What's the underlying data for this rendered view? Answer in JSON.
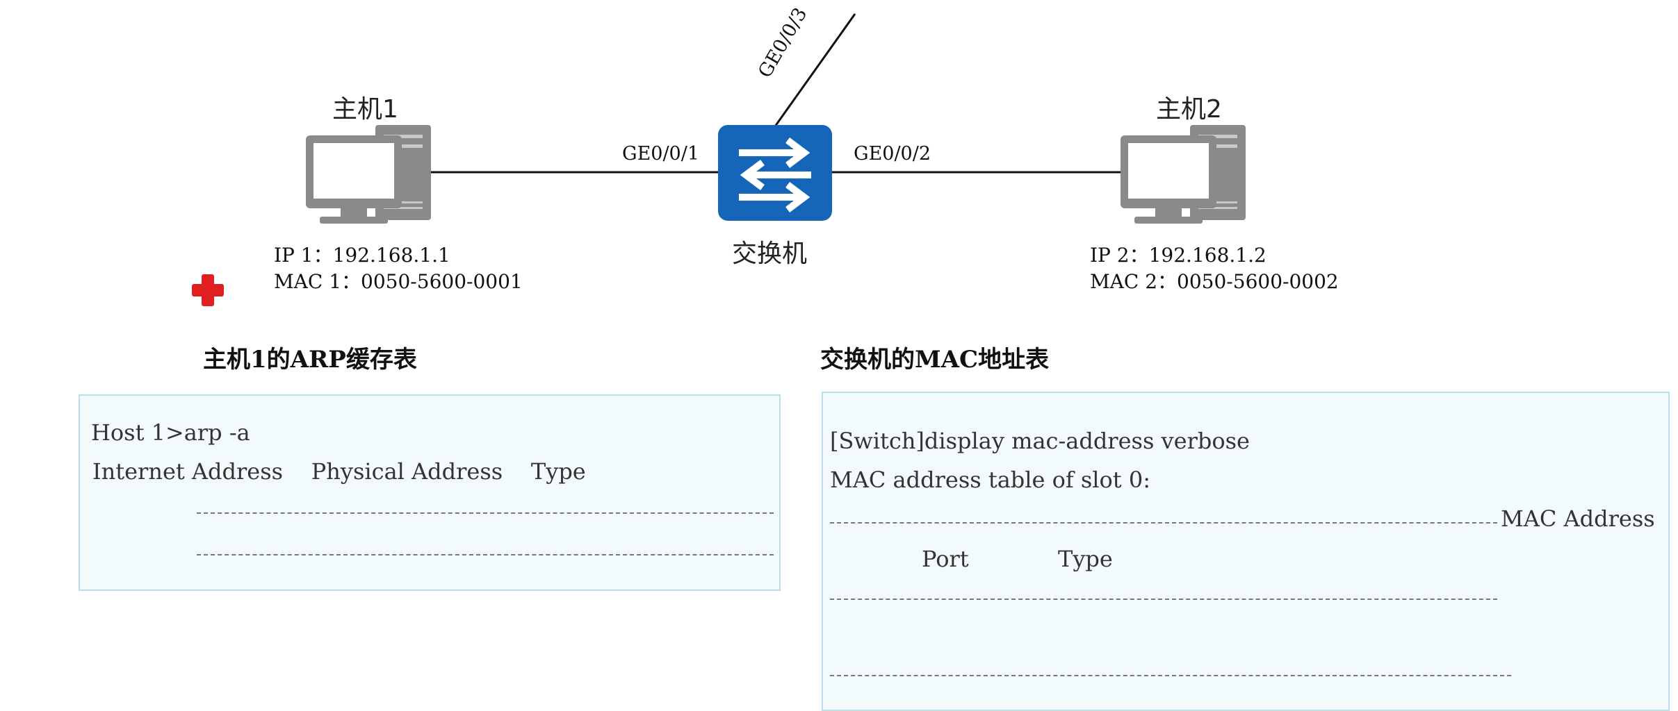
{
  "topology": {
    "host1": {
      "name": "主机1",
      "ip": "IP 1：192.168.1.1",
      "mac": "MAC 1：0050-5600-0001"
    },
    "host2": {
      "name": "主机2",
      "ip": "IP 2：192.168.1.2",
      "mac": "MAC 2：0050-5600-0002"
    },
    "switch": {
      "name": "交换机",
      "port1": "GE0/0/1",
      "port2": "GE0/0/2",
      "port3": "GE0/0/3"
    },
    "colors": {
      "switch_blue": "#1565b8",
      "host_gray": "#8a8a8a",
      "panel_bg": "#f3fafc",
      "panel_border": "#b9e0ea",
      "marker_red": "#e02020"
    },
    "marker_icon": "red-plus-icon"
  },
  "arp_panel": {
    "title": "主机1的ARP缓存表",
    "command": "Host 1>arp -a",
    "header": "Internet Address    Physical Address    Type"
  },
  "mac_panel": {
    "title": "交换机的MAC地址表",
    "command": "[Switch]display mac-address verbose",
    "slot_line": "MAC address table of slot 0:",
    "col_mac": "MAC Address",
    "col_port": "Port",
    "col_type": "Type"
  }
}
